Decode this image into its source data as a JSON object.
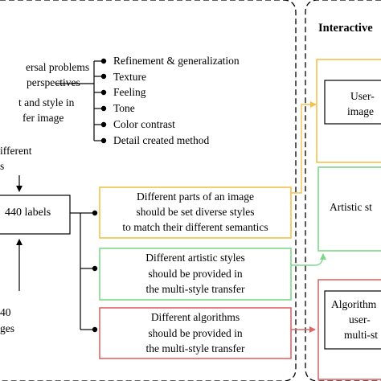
{
  "left_text": {
    "line1": "ersal problems",
    "line2": "perspectives",
    "line3": "t and style in",
    "line4": "fer image"
  },
  "mid_text": {
    "line1": "ifferent",
    "line2": "s"
  },
  "labels_box": "440 labels",
  "bottom_left": {
    "line1": "40",
    "line2": "ges"
  },
  "bullets": [
    "Refinement & generalization",
    "Texture",
    "Feeling",
    "Tone",
    "Color contrast",
    "Detail created method"
  ],
  "orange_box": {
    "line1": "Different parts of an image",
    "line2": "should be set diverse styles",
    "line3": "to match their different semantics"
  },
  "green_box": {
    "line1": "Different artistic styles",
    "line2": "should be provided in",
    "line3": "the multi-style transfer"
  },
  "red_box": {
    "line1": "Different algorithms",
    "line2": "should be provided in",
    "line3": "the multi-style transfer"
  },
  "right_panel": {
    "title": "Interactive",
    "box1_line1": "User-",
    "box1_line2": "image",
    "box2_line1": "Artistic st",
    "box3_line1": "Algorithm",
    "box3_line2": "user-",
    "box3_line3": "multi-st"
  },
  "colors": {
    "orange": "#F2C14E",
    "green": "#7ED88A",
    "red": "#E06666",
    "line": "#000000"
  }
}
